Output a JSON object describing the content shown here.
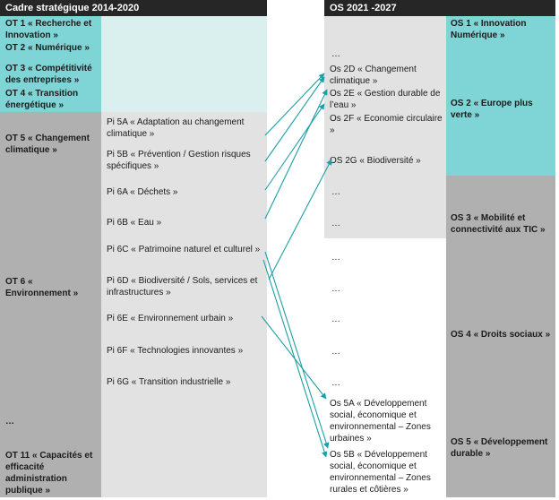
{
  "left_header": "Cadre stratégique 2014-2020",
  "right_header": "OS 2021 -2027",
  "ot": [
    {
      "id": "ot1",
      "label": "OT 1 « Recherche et Innovation »"
    },
    {
      "id": "ot2",
      "label": "OT 2 « Numérique »"
    },
    {
      "id": "ot3",
      "label": "OT 3 « Compétitivité des entreprises »"
    },
    {
      "id": "ot4",
      "label": "OT 4 « Transition énergétique »"
    },
    {
      "id": "ot5",
      "label": "OT 5 « Changement climatique »"
    },
    {
      "id": "ot6",
      "label": "OT 6 « Environnement »"
    },
    {
      "id": "ot-ellipsis",
      "label": "…"
    },
    {
      "id": "ot11",
      "label": "OT 11 « Capacités et efficacité administration publique »"
    }
  ],
  "pi": [
    {
      "id": "pi5a",
      "label": "Pi 5A « Adaptation au changement climatique »"
    },
    {
      "id": "pi5b",
      "label": "Pi 5B « Prévention / Gestion risques spécifiques »"
    },
    {
      "id": "pi6a",
      "label": "Pi 6A « Déchets »"
    },
    {
      "id": "pi6b",
      "label": "Pi 6B « Eau »"
    },
    {
      "id": "pi6c",
      "label": "Pi 6C « Patrimoine naturel et culturel »"
    },
    {
      "id": "pi6d",
      "label": "Pi 6D « Biodiversité / Sols, services et infrastructures »"
    },
    {
      "id": "pi6e",
      "label": "Pi 6E « Environnement urbain »"
    },
    {
      "id": "pi6f",
      "label": "Pi 6F « Technologies innovantes »"
    },
    {
      "id": "pi6g",
      "label": "Pi 6G « Transition industrielle »"
    }
  ],
  "os_specific": [
    {
      "id": "e0",
      "label": "…"
    },
    {
      "id": "os2d",
      "label": "Os 2D « Changement climatique »"
    },
    {
      "id": "os2e",
      "label": "Os 2E « Gestion durable de l’eau »"
    },
    {
      "id": "os2f",
      "label": "Os 2F « Economie circulaire »"
    },
    {
      "id": "os2g",
      "label": "OS 2G « Biodiversité »"
    },
    {
      "id": "e1",
      "label": "…"
    },
    {
      "id": "e2",
      "label": "…"
    },
    {
      "id": "e3",
      "label": "…"
    },
    {
      "id": "e4",
      "label": "…"
    },
    {
      "id": "e5",
      "label": "…"
    },
    {
      "id": "e6",
      "label": "…"
    },
    {
      "id": "e7",
      "label": "…"
    },
    {
      "id": "os5a",
      "label": "Os 5A « Développement social, économique et environnemental – Zones urbaines »"
    },
    {
      "id": "os5b",
      "label": "Os 5B « Développement social, économique et environnemental – Zones rurales et côtières »"
    }
  ],
  "os_policy": [
    {
      "id": "os1",
      "label": "OS 1 « Innovation Numérique »"
    },
    {
      "id": "os2",
      "label": "OS 2 « Europe plus verte »"
    },
    {
      "id": "os3",
      "label": "OS 3 « Mobilité et connectivité aux TIC »"
    },
    {
      "id": "os4",
      "label": "OS 4 « Droits sociaux »"
    },
    {
      "id": "os5",
      "label": "OS 5 « Développement durable »"
    }
  ],
  "colors": {
    "teal": "#7fd4d6",
    "light_teal": "#d9f0ef",
    "gray": "#b0b0b0",
    "light_gray": "#e2e2e2",
    "header": "#262626",
    "arrow": "#1aa0a6"
  }
}
